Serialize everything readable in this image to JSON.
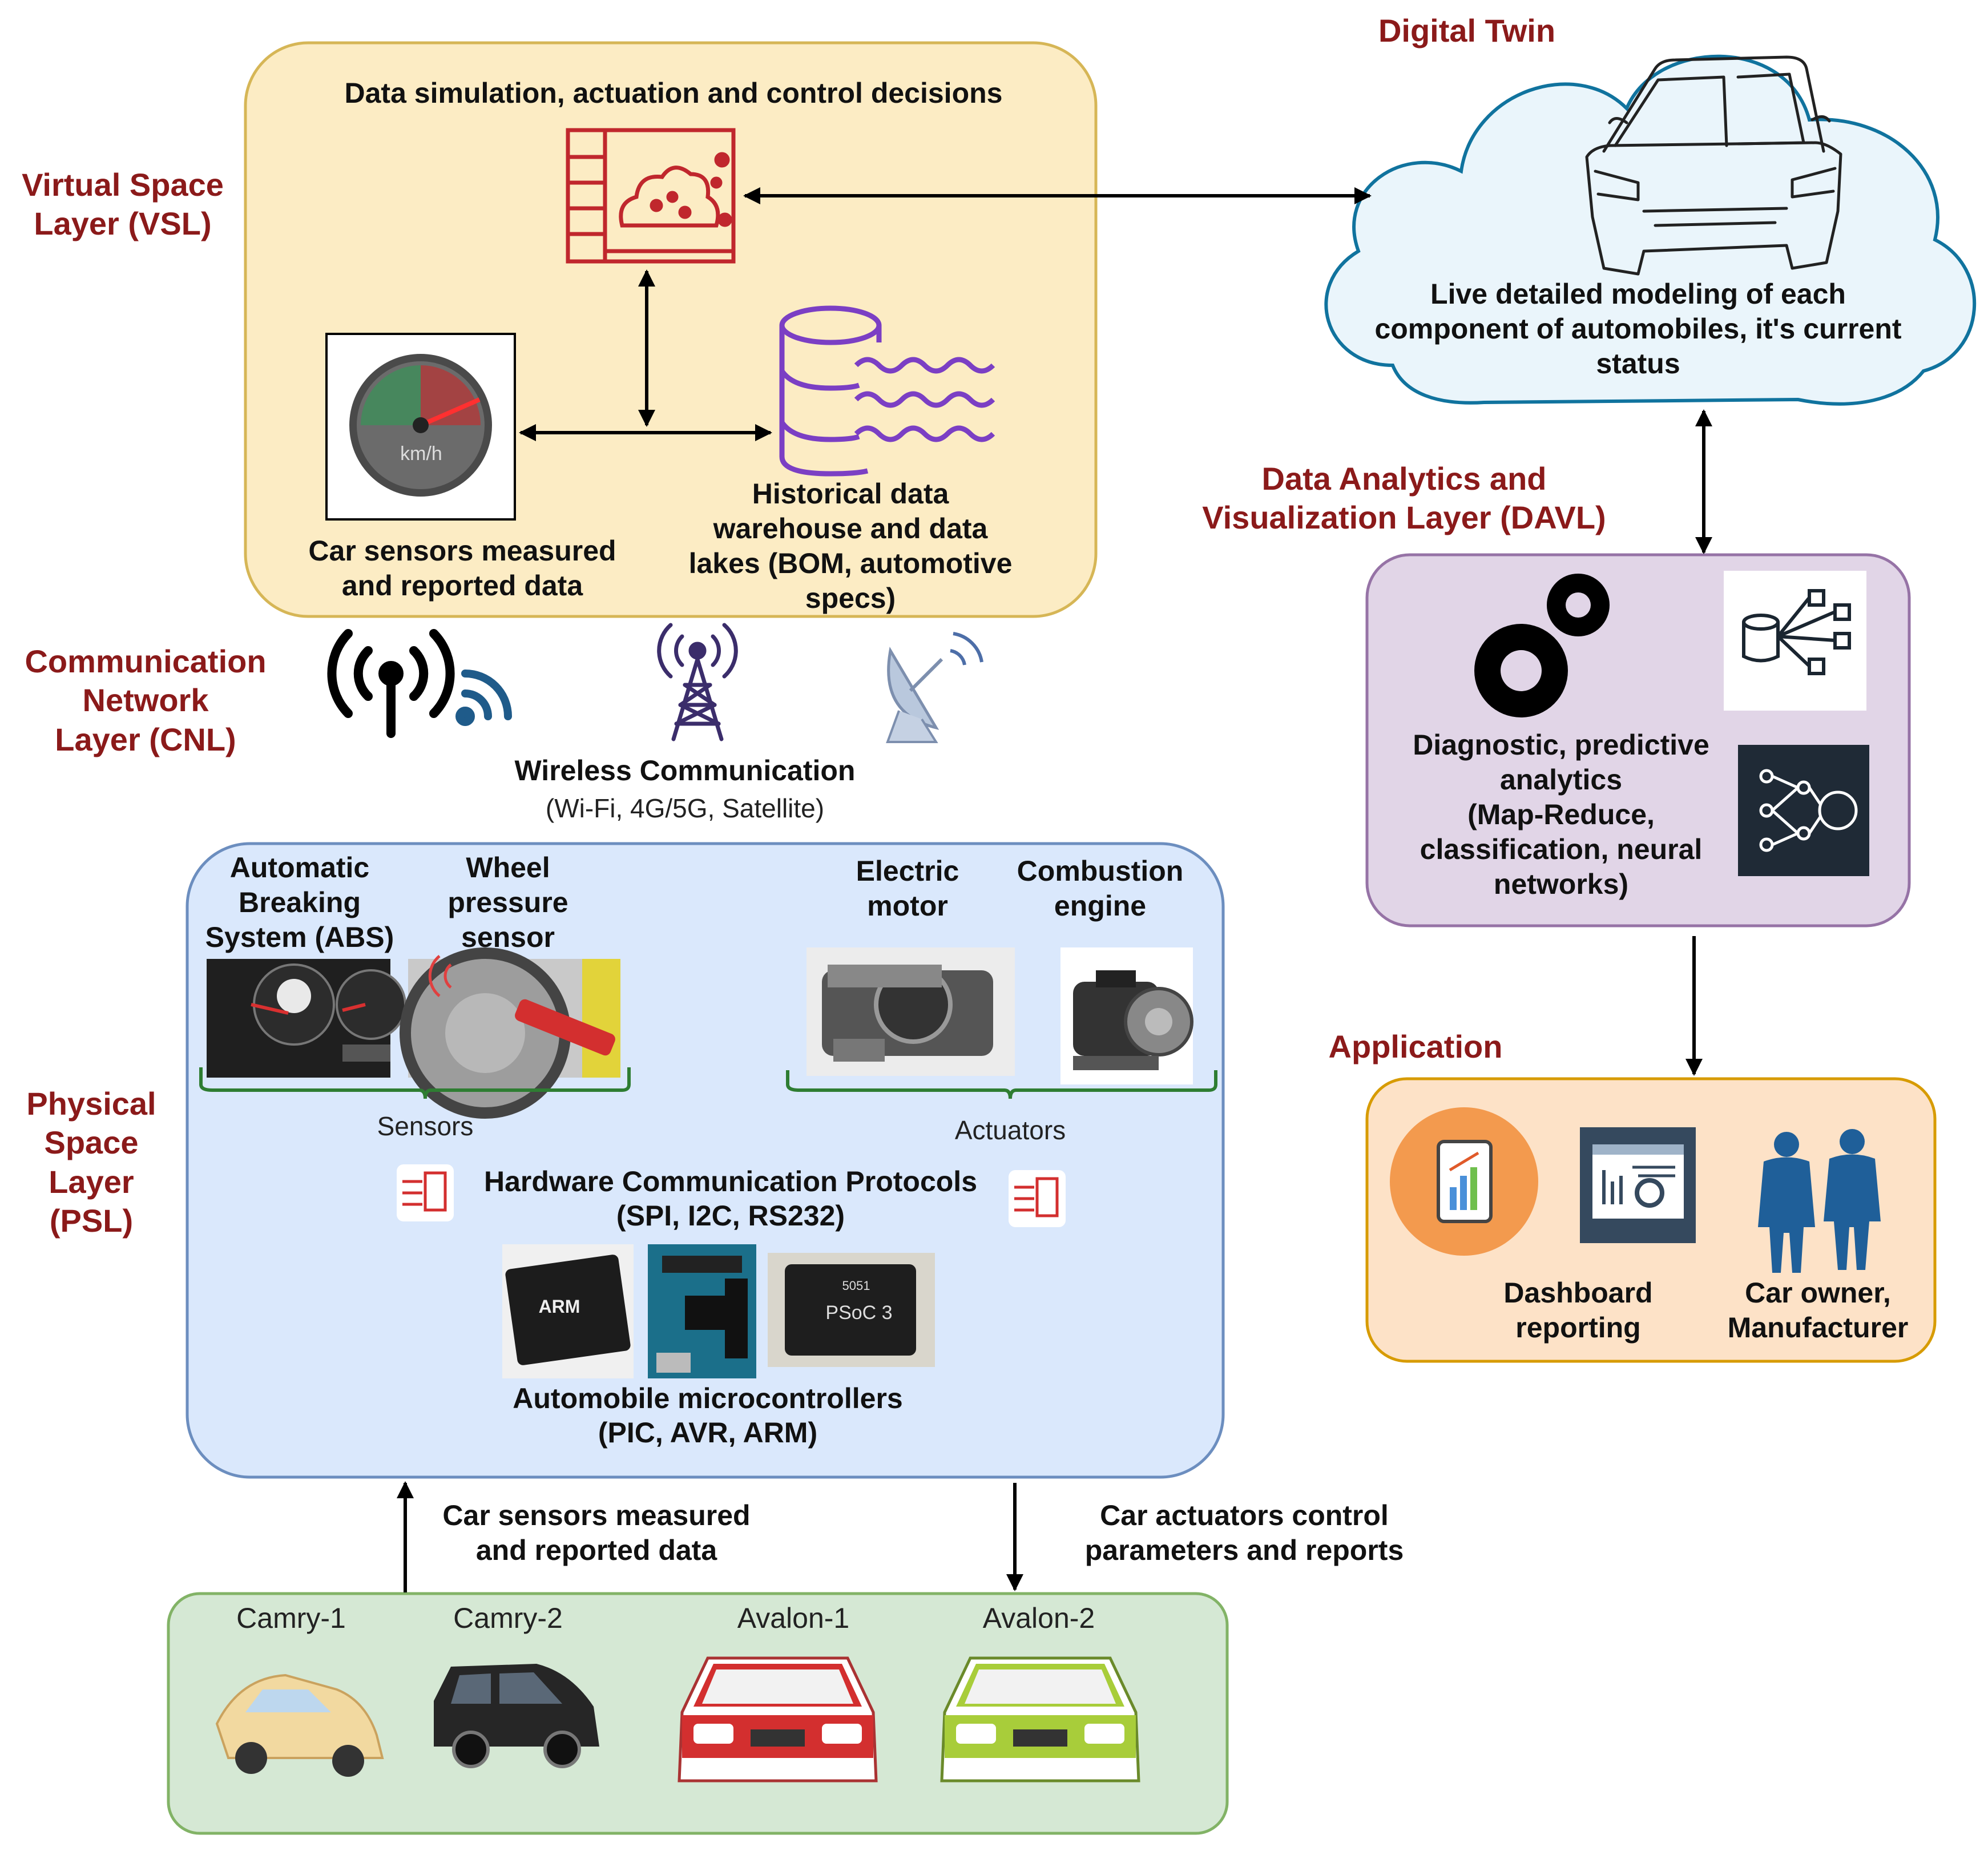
{
  "layers": {
    "vsl": "Virtual Space\nLayer (VSL)",
    "cnl": "Communication\nNetwork\nLayer (CNL)",
    "psl": "Physical\nSpace\nLayer\n(PSL)",
    "digital_twin": "Digital Twin",
    "davl": "Data Analytics and\nVisualization Layer (DAVL)",
    "application": "Application"
  },
  "vsl_box": {
    "title": "Data simulation, actuation and control decisions",
    "gauge_unit": "km/h",
    "sensors_label": "Car sensors measured\nand reported data",
    "warehouse_label": "Historical data\nwarehouse and data\nlakes (BOM,  automotive\nspecs)"
  },
  "cloud": {
    "text": "Live detailed modeling of each\ncomponent of automobiles, it's current\nstatus"
  },
  "cnl": {
    "title": "Wireless Communication",
    "subtitle": "(Wi-Fi, 4G/5G, Satellite)"
  },
  "psl_box": {
    "abs": "Automatic\nBreaking\nSystem (ABS)",
    "wheel": "Wheel\npressure\nsensor",
    "electric": "Electric\nmotor",
    "combustion": "Combustion\nengine",
    "sensors": "Sensors",
    "actuators": "Actuators",
    "protocols_title": "Hardware Communication Protocols",
    "protocols_sub": "(SPI, I2C, RS232)",
    "mcu_title": "Automobile microcontrollers",
    "mcu_sub": "(PIC, AVR, ARM)",
    "chip_arm": "ARM",
    "chip_psoc_top": "5051",
    "chip_psoc": "PSoC 3"
  },
  "davl_box": {
    "text": "Diagnostic, predictive\nanalytics\n(Map-Reduce,\nclassification, neural\nnetworks)"
  },
  "app_box": {
    "dashboard": "Dashboard\nreporting",
    "owner": "Car owner,\nManufacturer"
  },
  "flows": {
    "up": "Car sensors measured\nand reported data",
    "down": "Car actuators control\nparameters and reports"
  },
  "cars": [
    "Camry-1",
    "Camry-2",
    "Avalon-1",
    "Avalon-2"
  ],
  "colors": {
    "vsl_fill": "#fcecc4",
    "vsl_stroke": "#d6b656",
    "psl_fill": "#dae8fc",
    "psl_stroke": "#6c8ebf",
    "davl_fill": "#e1d5e7",
    "davl_stroke": "#9673a6",
    "app_fill": "#fde2c7",
    "app_stroke": "#d79b00",
    "cars_fill": "#d5e8d4",
    "cars_stroke": "#82b366",
    "cloud_fill": "#eaf5fb",
    "cloud_stroke": "#10739e",
    "layer_label": "#8b1a1a"
  }
}
